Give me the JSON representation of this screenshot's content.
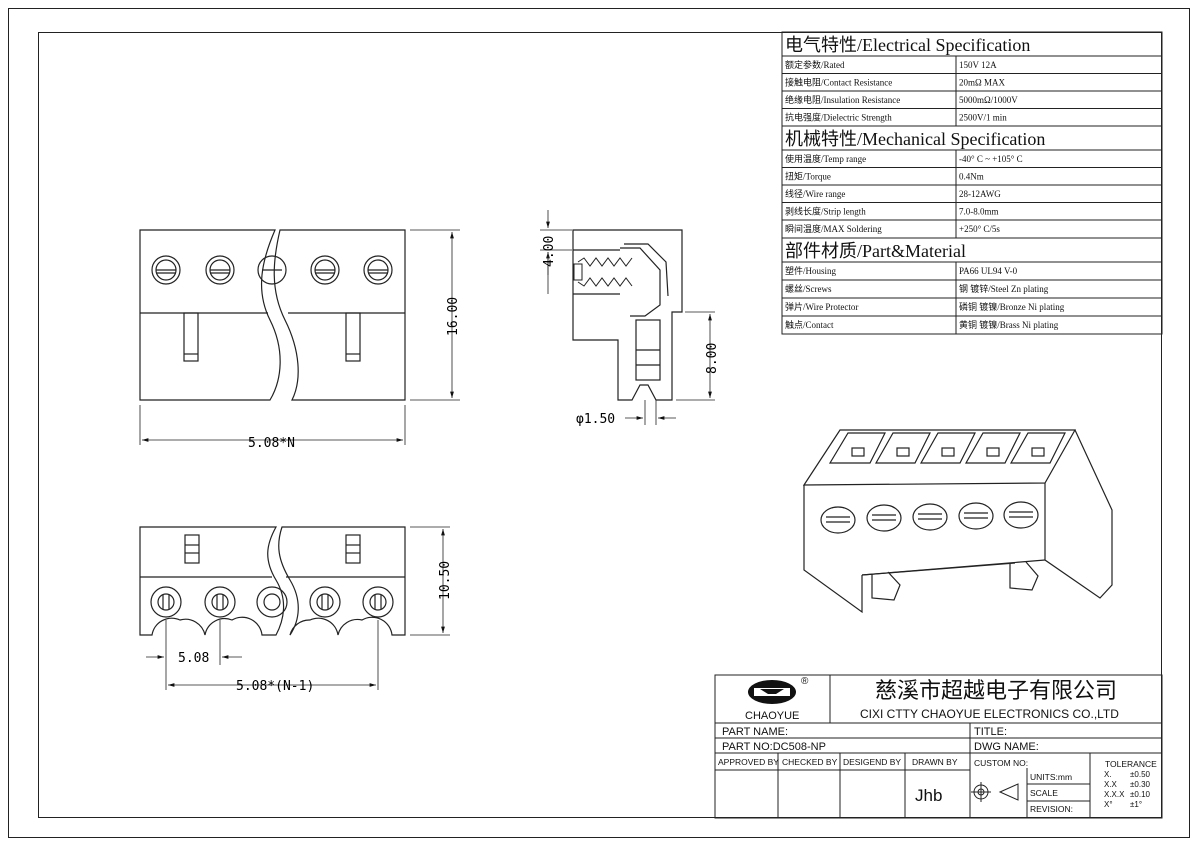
{
  "spec": {
    "electrical": {
      "header": "电气特性/Electrical Specification",
      "rows": [
        {
          "label": "额定参数/Rated",
          "value": "150V  12A"
        },
        {
          "label": "接触电阻/Contact Resistance",
          "value": "20mΩ MAX"
        },
        {
          "label": "绝缘电阻/Insulation Resistance",
          "value": "5000mΩ/1000V"
        },
        {
          "label": "抗电强度/Dielectric Strength",
          "value": "2500V/1 min"
        }
      ]
    },
    "mechanical": {
      "header": "机械特性/Mechanical Specification",
      "rows": [
        {
          "label": "使用温度/Temp range",
          "value": "-40° C ~ +105° C"
        },
        {
          "label": "扭矩/Torque",
          "value": "0.4Nm"
        },
        {
          "label": "线径/Wire range",
          "value": "28-12AWG"
        },
        {
          "label": "剥线长度/Strip length",
          "value": "7.0-8.0mm"
        },
        {
          "label": "瞬间温度/MAX Soldering",
          "value": "+250° C/5s"
        }
      ]
    },
    "material": {
      "header": "部件材质/Part&Material",
      "rows": [
        {
          "label": "塑件/Housing",
          "value": "PA66 UL94 V-0"
        },
        {
          "label": "螺丝/Screws",
          "value": "钢 镀锌/Steel Zn plating"
        },
        {
          "label": "弹片/Wire Protector",
          "value": "磷铜 镀镍/Bronze Ni plating"
        },
        {
          "label": "触点/Contact",
          "value": "黄铜 镀镍/Brass Ni plating"
        }
      ]
    }
  },
  "dimensions": {
    "height_front": "16.00",
    "width_front": "5.08*N",
    "side_top": "4.00",
    "side_bottom": "8.00",
    "pin_dia": "φ1.50",
    "bottom_height": "10.50",
    "pitch": "5.08",
    "pitch_total": "5.08*(N-1)"
  },
  "title_block": {
    "brand": "CHAOYUE",
    "company_cn": "慈溪市超越电子有限公司",
    "company_en": "CIXI CTTY CHAOYUE ELECTRONICS CO.,LTD",
    "part_name_label": "PART NAME:",
    "title_label": "TITLE:",
    "part_no": "PART NO:DC508-NP",
    "dwg_name_label": "DWG NAME:",
    "approved_by": "APPROVED BY",
    "checked_by": "CHECKED BY",
    "designed_by": "DESIGEND BY",
    "drawn_by": "DRAWN BY",
    "drawn_by_value": "Jhb",
    "custom_no": "CUSTOM NO:",
    "units": "UNITS:mm",
    "scale": "SCALE",
    "revision": "REVISION:",
    "tolerance": {
      "title": "TOLERANCE",
      "rows": [
        {
          "k": "X.",
          "v": "±0.50"
        },
        {
          "k": "X.X",
          "v": "±0.30"
        },
        {
          "k": "X.X.X",
          "v": "±0.10"
        },
        {
          "k": "X°",
          "v": "±1°"
        }
      ]
    }
  }
}
